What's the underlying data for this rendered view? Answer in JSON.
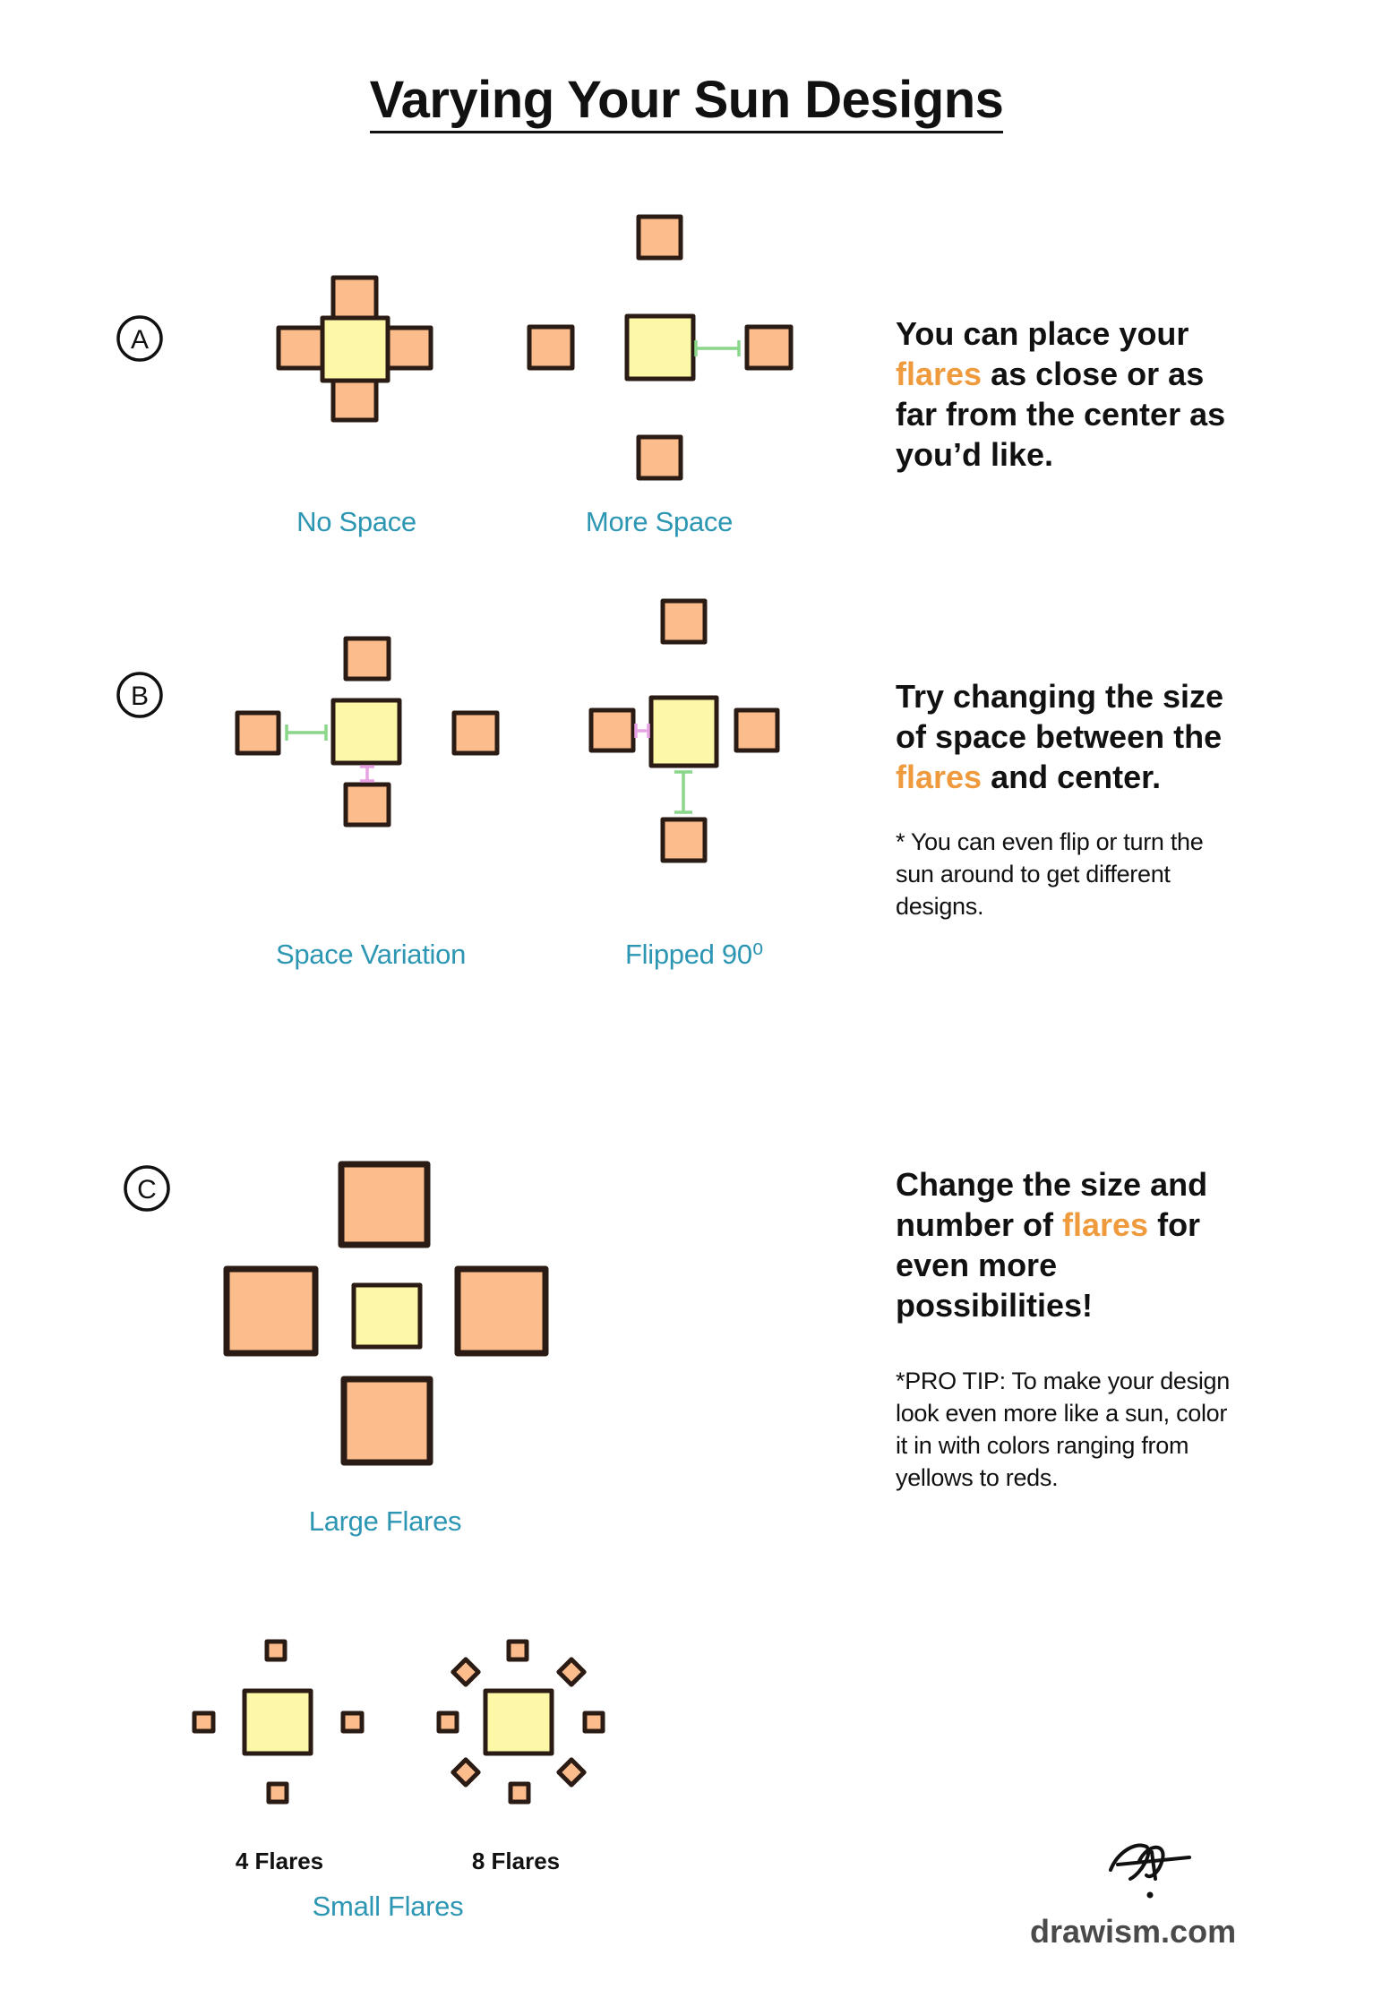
{
  "title": "Varying Your Sun Designs",
  "sections": {
    "a": {
      "marker": "A",
      "caption_left": "No Space",
      "caption_right": "More Space",
      "text_1": "You can place your",
      "text_2_highlight": "flares",
      "text_2_rest": " as close or as",
      "text_3": "far from the center as",
      "text_4": "you’d like."
    },
    "b": {
      "marker": "B",
      "caption_left": "Space Variation",
      "caption_right": "Flipped  90⁰",
      "text_1": "Try changing the size",
      "text_2": "of space between the",
      "text_3_highlight": "flares",
      "text_3_rest": " and center.",
      "note_1": "* You can even flip or turn the",
      "note_2": "sun around to get different",
      "note_3": "designs."
    },
    "c": {
      "marker": "C",
      "caption_large": "Large Flares",
      "label_4": "4 Flares",
      "label_8": "8 Flares",
      "caption_small": "Small Flares",
      "text_1": "Change the size and",
      "text_2_start": "number of ",
      "text_2_highlight": "flares",
      "text_2_end": " for",
      "text_3": "even more",
      "text_4": "possibilities!",
      "tip_1": "*PRO TIP: To make your design",
      "tip_2": "look even more like a sun, color",
      "tip_3": "it in with colors ranging from",
      "tip_4": "yellows to reds."
    }
  },
  "footer": {
    "site": "drawism.com",
    "logo": "drawism-logo-icon"
  },
  "colors": {
    "flare": "#fdbc8c",
    "center": "#fcf8a8",
    "outline": "#2a1c14",
    "caption": "#2c96b3",
    "highlight": "#ee9a3d",
    "gap_green": "#8ad68a",
    "gap_pink": "#e7a3e3"
  }
}
